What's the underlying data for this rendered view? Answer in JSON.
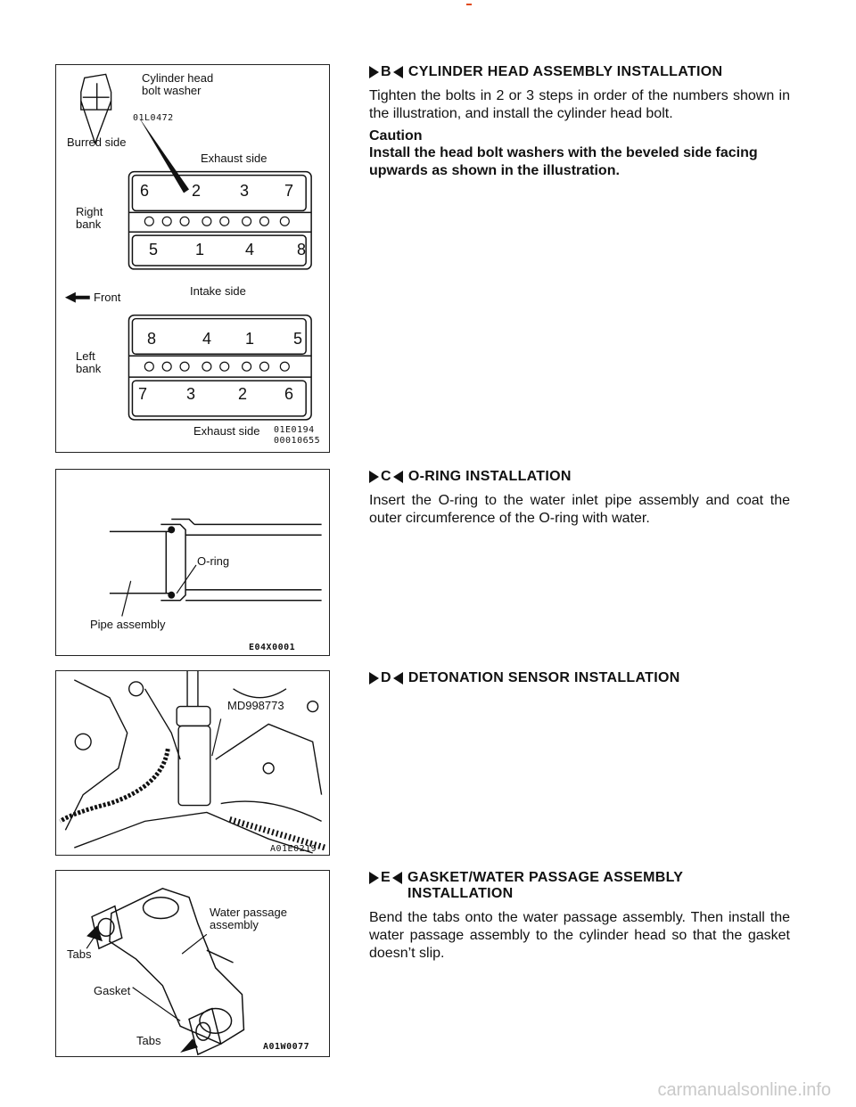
{
  "figures": {
    "fig1": {
      "washer_label": "Cylinder head\nbolt washer",
      "washer_code": "01L0472",
      "burred": "Burred side",
      "exhaust_top": "Exhaust side",
      "right_bank": "Right\nbank",
      "front": "Front",
      "intake": "Intake side",
      "left_bank": "Left\nbank",
      "exhaust_bottom": "Exhaust side",
      "code1": "01E0194",
      "code2": "00010655",
      "right_top_nums": [
        "6",
        "2",
        "3",
        "7"
      ],
      "right_bottom_nums": [
        "5",
        "1",
        "4",
        "8"
      ],
      "left_top_nums": [
        "8",
        "4",
        "1",
        "5"
      ],
      "left_bottom_nums": [
        "7",
        "3",
        "2",
        "6"
      ]
    },
    "fig2": {
      "oring": "O-ring",
      "pipe": "Pipe assembly",
      "code": "E04X0001"
    },
    "fig3": {
      "tool": "MD998773",
      "code": "A01E0219"
    },
    "fig4": {
      "water": "Water passage\nassembly",
      "tabs1": "Tabs",
      "gasket": "Gasket",
      "tabs2": "Tabs",
      "code": "A01W0077"
    }
  },
  "sections": {
    "b": {
      "letter": "B",
      "title": "CYLINDER HEAD ASSEMBLY INSTALLATION",
      "body": "Tighten the bolts in 2 or 3 steps in order of the numbers shown in the illustration, and install the cylinder head bolt.",
      "caution_title": "Caution",
      "caution_body": "Install the head bolt washers with the beveled side facing upwards as shown in the illustration."
    },
    "c": {
      "letter": "C",
      "title": "O-RING INSTALLATION",
      "body": "Insert the O-ring to the water inlet pipe assembly and coat the outer circumference of the O-ring with water."
    },
    "d": {
      "letter": "D",
      "title": "DETONATION SENSOR INSTALLATION"
    },
    "e": {
      "letter": "E",
      "title": "GASKET/WATER PASSAGE ASSEMBLY INSTALLATION",
      "body": "Bend the tabs onto the water passage assembly. Then install the water passage assembly to the cylinder head so that the gasket doesn’t slip."
    }
  },
  "watermark": "carmanualsonline.info"
}
